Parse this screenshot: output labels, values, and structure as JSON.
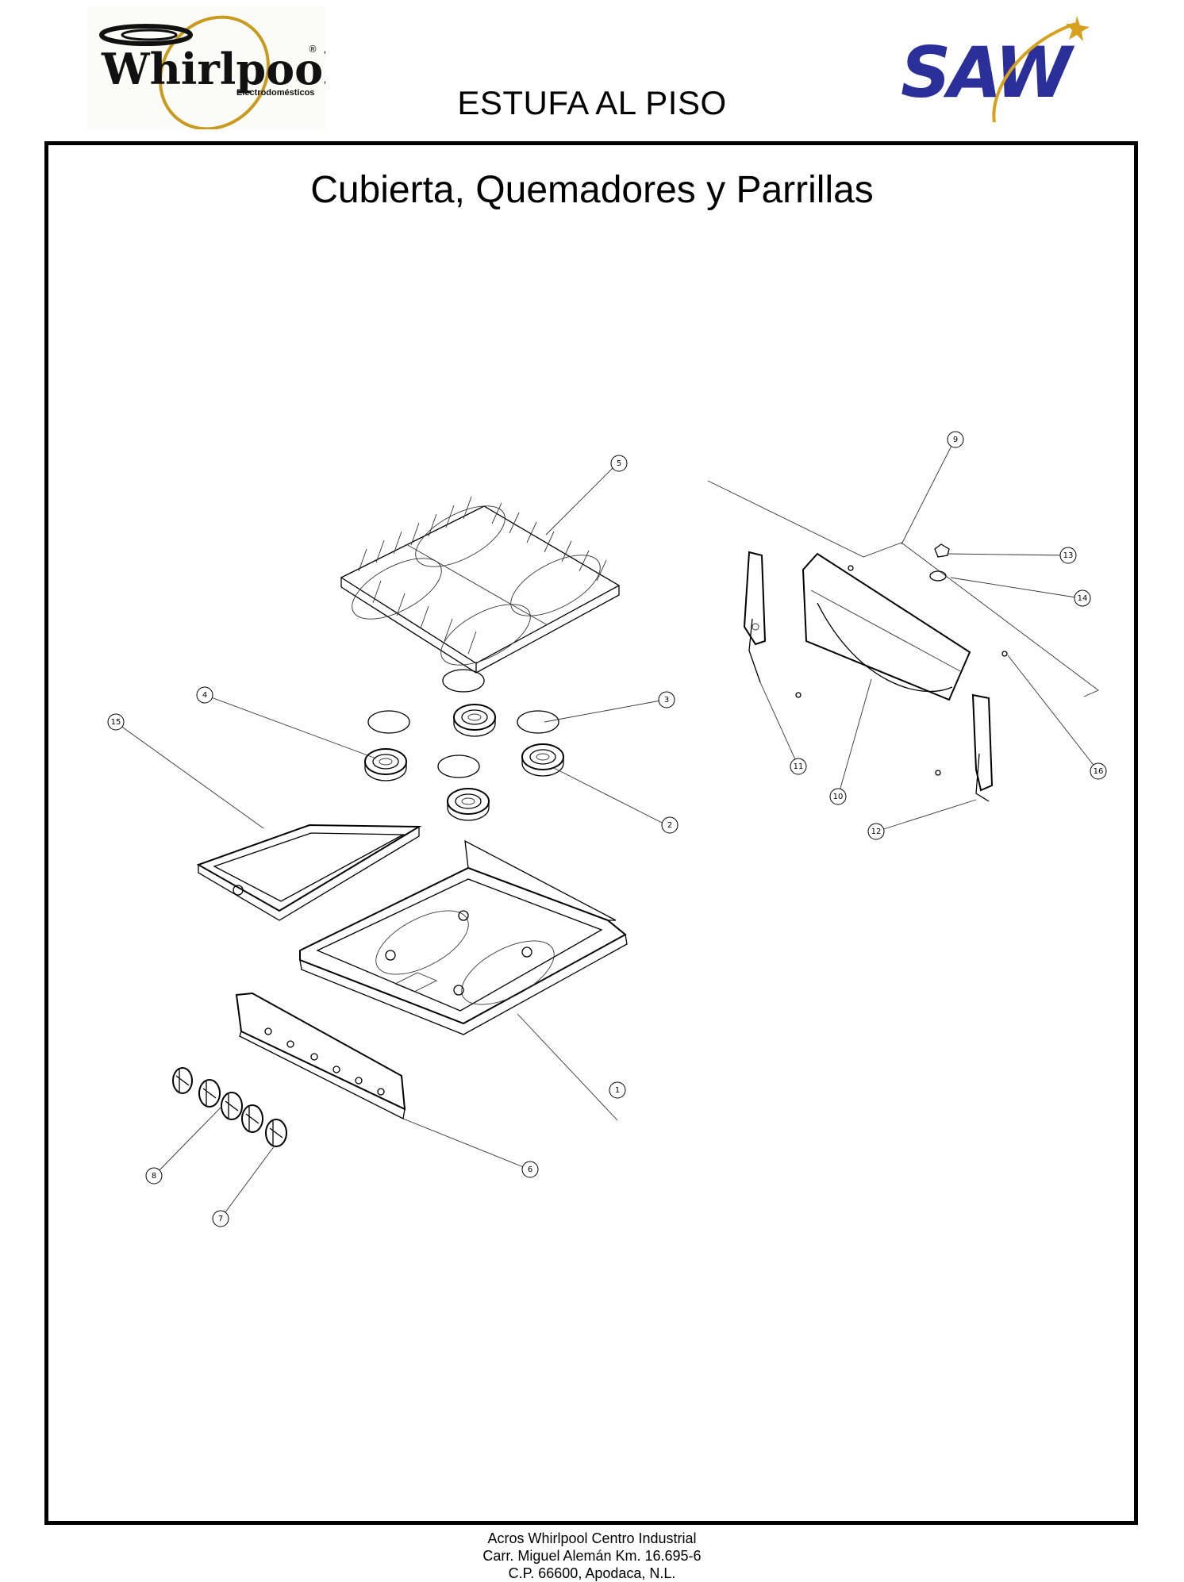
{
  "header": {
    "left_logo": {
      "icon": "whirlpool-logo",
      "text": "Whirlpool",
      "subtext": "Electrodomésticos",
      "registered": "®"
    },
    "right_logo": {
      "icon": "saw-logo",
      "text": "SAW",
      "color": "#2b2f9a",
      "accent": "#d6a21e"
    },
    "title": "ESTUFA AL PISO"
  },
  "section": {
    "title": "Cubierta, Quemadores y Parrillas"
  },
  "callouts": [
    "1",
    "2",
    "3",
    "4",
    "5",
    "6",
    "7",
    "8",
    "9",
    "10",
    "11",
    "12",
    "13",
    "14",
    "15",
    "16"
  ],
  "footer": {
    "line1": "Acros Whirlpool Centro Industrial",
    "line2": "Carr. Miguel Alemán Km. 16.695-6",
    "line3": "C.P. 66600, Apodaca, N.L."
  }
}
